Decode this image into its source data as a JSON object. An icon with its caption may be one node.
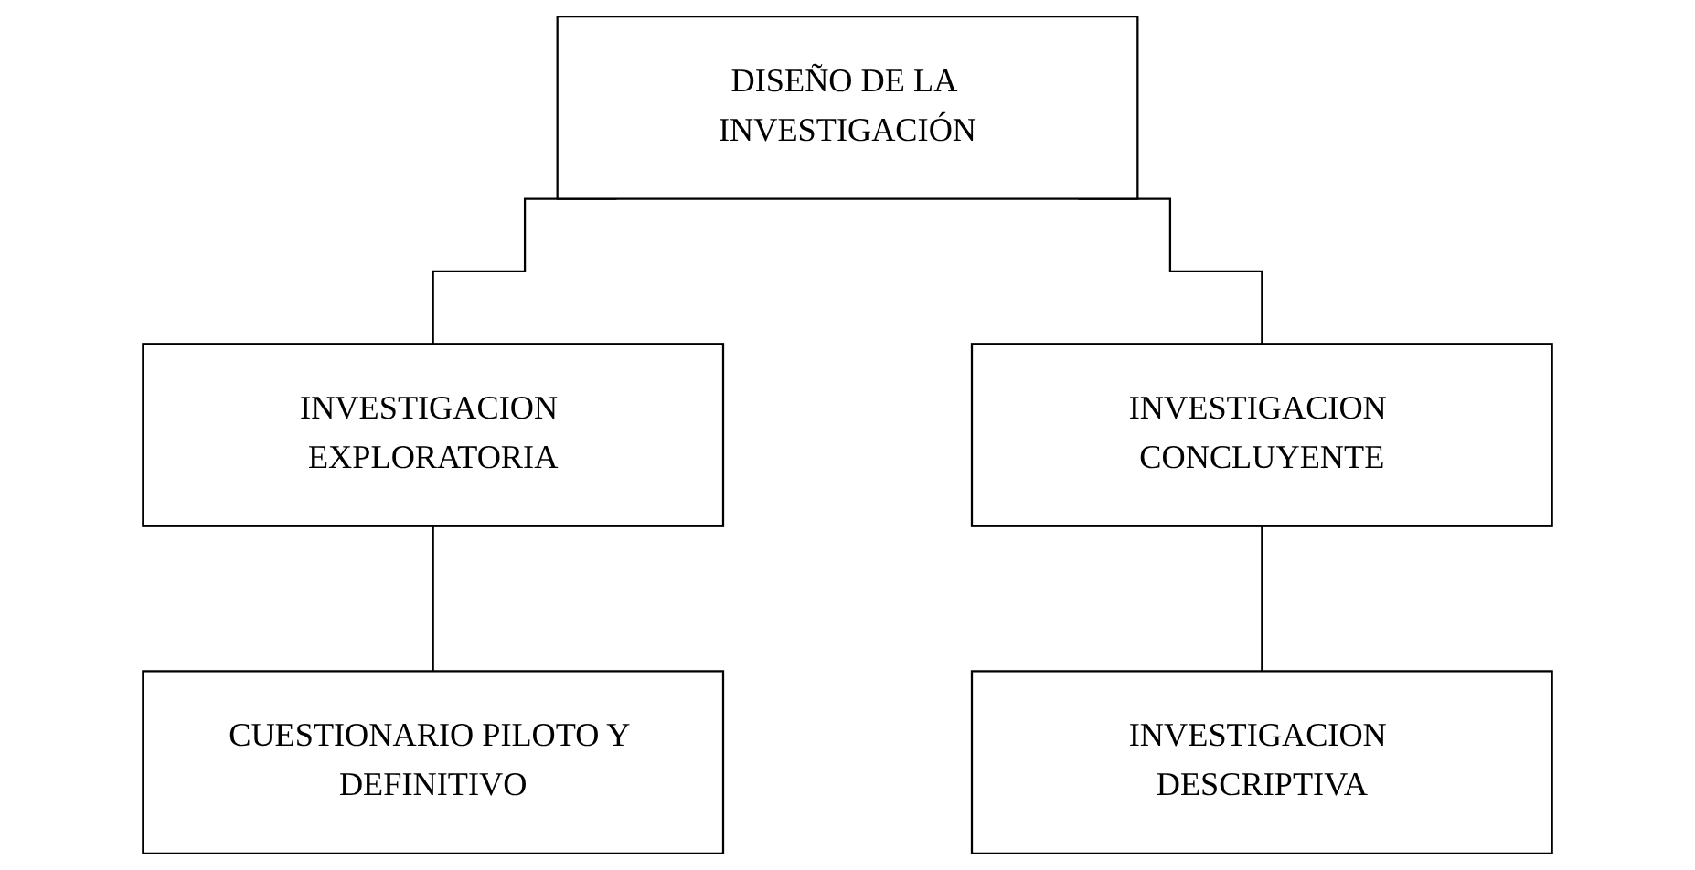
{
  "diagram": {
    "nodes": [
      {
        "text": [
          "DISEÑO DE LA INVESTIGACIÓN"
        ]
      },
      {
        "text": [
          "INVESTIGACION EXPLORATORIA"
        ]
      },
      {
        "text": [
          "INVESTIGACION CONCLUYENTE"
        ]
      },
      {
        "text": [
          "CUESTIONARIO PILOTO Y DEFINITIVO"
        ]
      },
      {
        "text": [
          "INVESTIGACION DESCRIPTIVA"
        ]
      }
    ],
    "edges": [
      {
        "from": 0,
        "to": 1,
        "arrow": "none"
      },
      {
        "from": 0,
        "to": 2,
        "arrow": "none"
      },
      {
        "from": 1,
        "to": 3,
        "arrow": "none"
      },
      {
        "from": 2,
        "to": 4,
        "arrow": "none"
      }
    ]
  }
}
